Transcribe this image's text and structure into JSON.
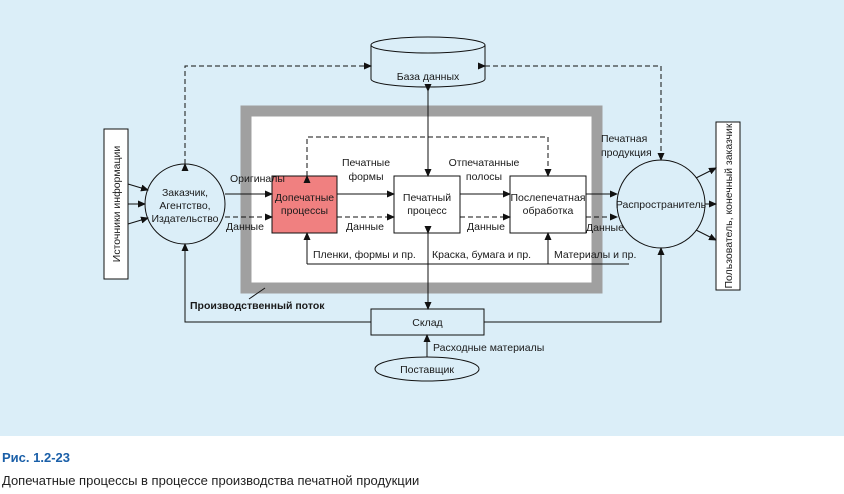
{
  "colors": {
    "panel": "#dbeef8",
    "highlight": "#f08080",
    "frame": "#a0a0a0",
    "caption_number": "#1a5fa8"
  },
  "nodes": {
    "database": "База данных",
    "sources": "Источники информации",
    "customer": [
      "Заказчик,",
      "Агентство,",
      "Издательство"
    ],
    "prepress": [
      "Допечатные",
      "процессы"
    ],
    "press": [
      "Печатный",
      "процесс"
    ],
    "postpress": [
      "Послепечатная",
      "обработка"
    ],
    "distributor": "Распространитель",
    "enduser": "Пользователь, конечный заказчик",
    "warehouse": "Склад",
    "supplier": "Поставщик"
  },
  "labels": {
    "originals": "Оригиналы",
    "data": "Данные",
    "printing_plates": [
      "Печатные",
      "формы"
    ],
    "printed_sheets": [
      "Отпечатанные",
      "полосы"
    ],
    "printed_product": [
      "Печатная",
      "продукция"
    ],
    "films_plates": "Пленки, формы и пр.",
    "ink_paper": "Краска, бумага и пр.",
    "materials": "Материалы и пр.",
    "consumables": "Расходные материалы",
    "production_flow": "Производственный поток"
  },
  "caption": {
    "number": "Рис. 1.2-23",
    "text": "Допечатные процессы в процессе производства печатной продукции"
  }
}
